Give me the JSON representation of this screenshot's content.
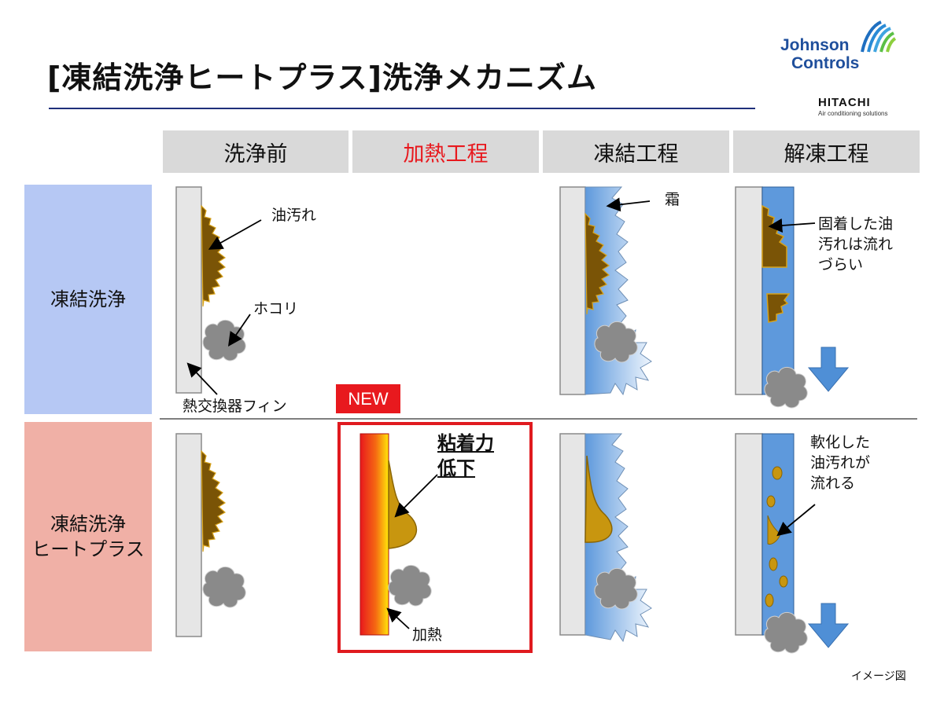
{
  "title": "[凍結洗浄ヒートプラス]洗浄メカニズム",
  "logos": {
    "johnson_controls_line1": "Johnson",
    "johnson_controls_line2": "Controls",
    "hitachi": "HITACHI",
    "hitachi_tagline": "Air conditioning solutions"
  },
  "columns": [
    "洗浄前",
    "加熱工程",
    "凍結工程",
    "解凍工程"
  ],
  "rows": [
    "凍結洗浄",
    "凍結洗浄\nヒートプラス"
  ],
  "labels": {
    "oil_stain": "油汚れ",
    "dust": "ホコリ",
    "fin": "熱交換器フィン",
    "frost": "霜",
    "stuck_oil": "固着した油\n汚れは流れ\nづらい",
    "new": "NEW",
    "adhesion_down": "粘着力\n低下",
    "heating": "加熱",
    "softened_oil": "軟化した\n油汚れが\n流れる"
  },
  "footnote": "イメージ図",
  "colors": {
    "title_rule": "#1f2f7a",
    "heating_header": "#e8191e",
    "row1_bg": "#b6c8f4",
    "row2_bg": "#f0b0a6",
    "oil": "#7a5406",
    "soft_oil": "#c8960f",
    "ice": "#5e99dc",
    "dust": "#8a8a8a"
  }
}
